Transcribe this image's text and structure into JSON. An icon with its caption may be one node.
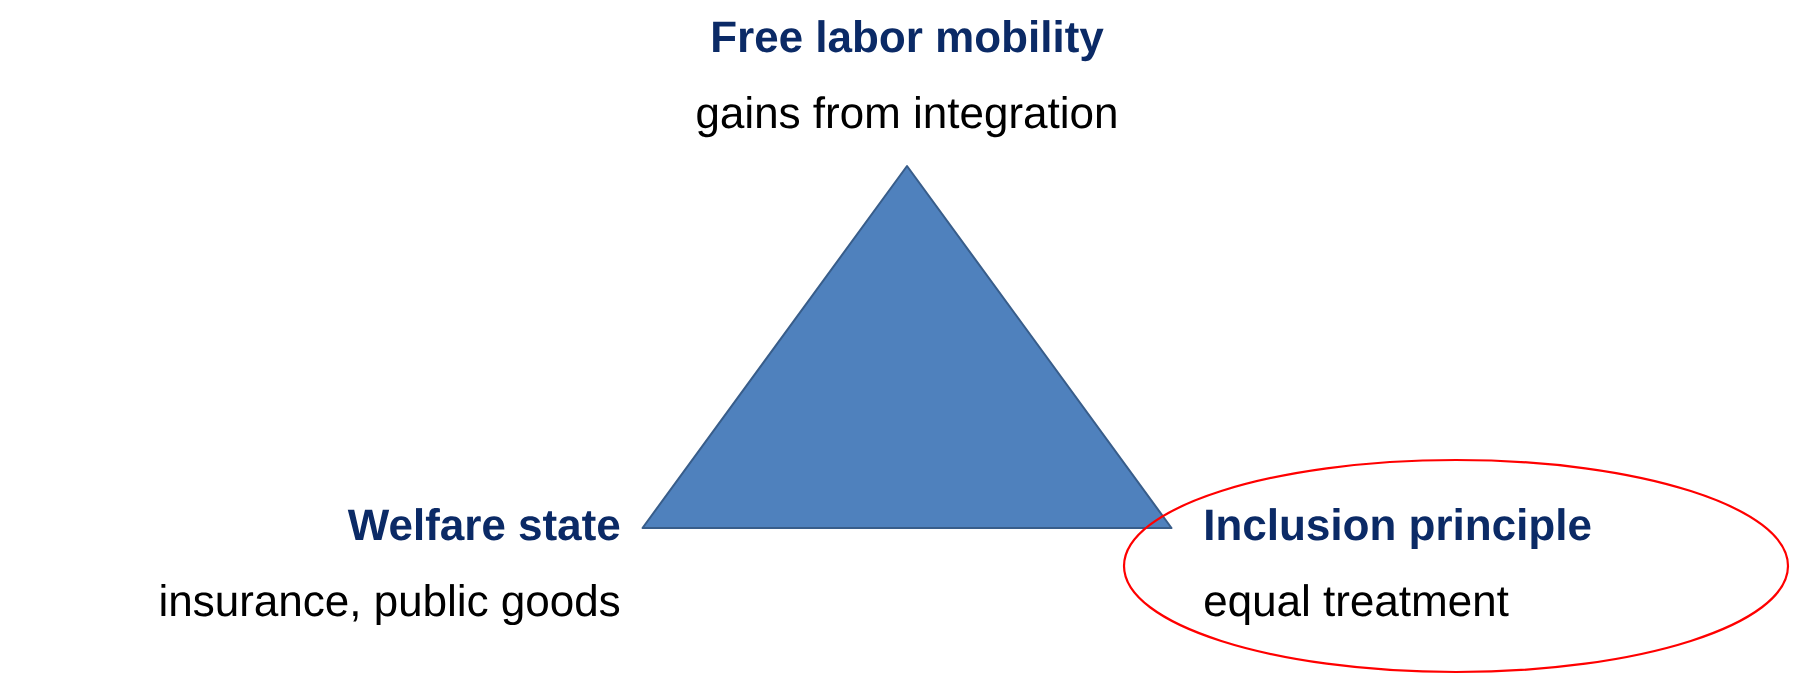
{
  "diagram": {
    "nodes": [
      {
        "text": [],
        "shape": "triangle"
      },
      {
        "text": [
          "Inclusion principle",
          "equal treatment"
        ]
      }
    ],
    "labels": [
      "Free labor mobility",
      "gains from integration",
      "Welfare state",
      "insurance, public goods"
    ]
  }
}
